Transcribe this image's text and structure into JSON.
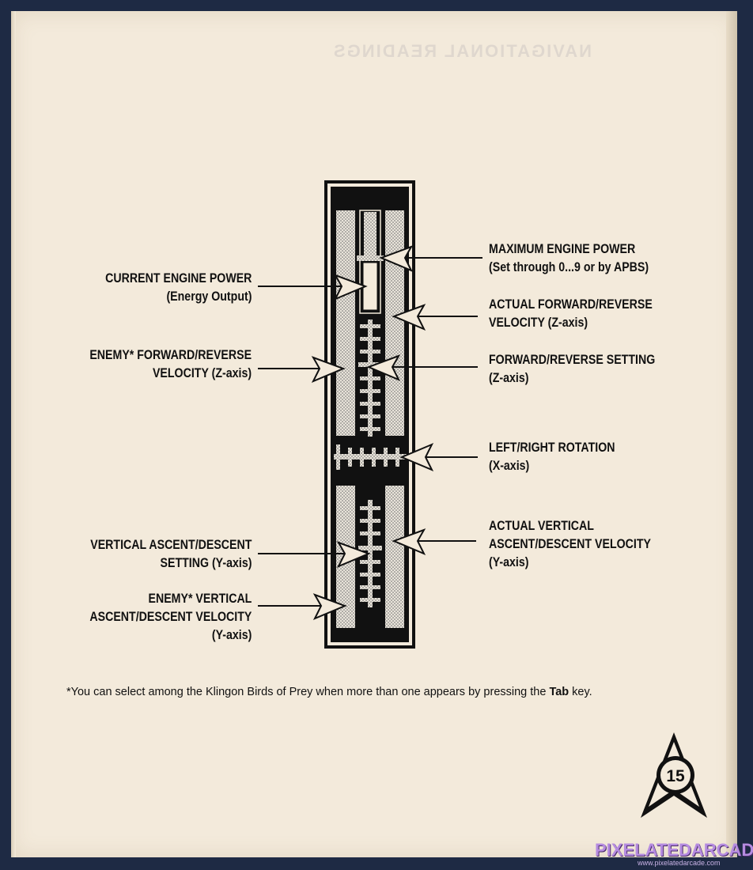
{
  "labels": {
    "max_power": [
      "MAXIMUM ENGINE POWER",
      "(Set through 0...9 or by APBS)"
    ],
    "current_power": [
      "CURRENT ENGINE POWER",
      "(Energy Output)"
    ],
    "actual_fwd": [
      "ACTUAL FORWARD/REVERSE",
      "VELOCITY (Z-axis)"
    ],
    "enemy_fwd": [
      "ENEMY* FORWARD/REVERSE",
      "VELOCITY (Z-axis)"
    ],
    "fwd_setting": [
      "FORWARD/REVERSE SETTING",
      "(Z-axis)"
    ],
    "rotation": [
      "LEFT/RIGHT ROTATION",
      "(X-axis)"
    ],
    "actual_vert": [
      "ACTUAL VERTICAL",
      "ASCENT/DESCENT VELOCITY",
      "(Y-axis)"
    ],
    "vert_setting": [
      "VERTICAL ASCENT/DESCENT",
      "SETTING (Y-axis)"
    ],
    "enemy_vert": [
      "ENEMY* VERTICAL",
      "ASCENT/DESCENT VELOCITY",
      "(Y-axis)"
    ]
  },
  "footnote": {
    "before": "*You can select among the Klingon Birds of Prey when more than one appears by pressing the ",
    "key": "Tab",
    "after": " key."
  },
  "page_number": "15",
  "watermark": {
    "brand": "PIXELATEDARCADE",
    "url": "www.pixelatedarcade.com"
  },
  "colors": {
    "paper": "#f3eadb",
    "ink": "#111111",
    "background": "#1e2a44",
    "watermark": "#b58be0"
  }
}
